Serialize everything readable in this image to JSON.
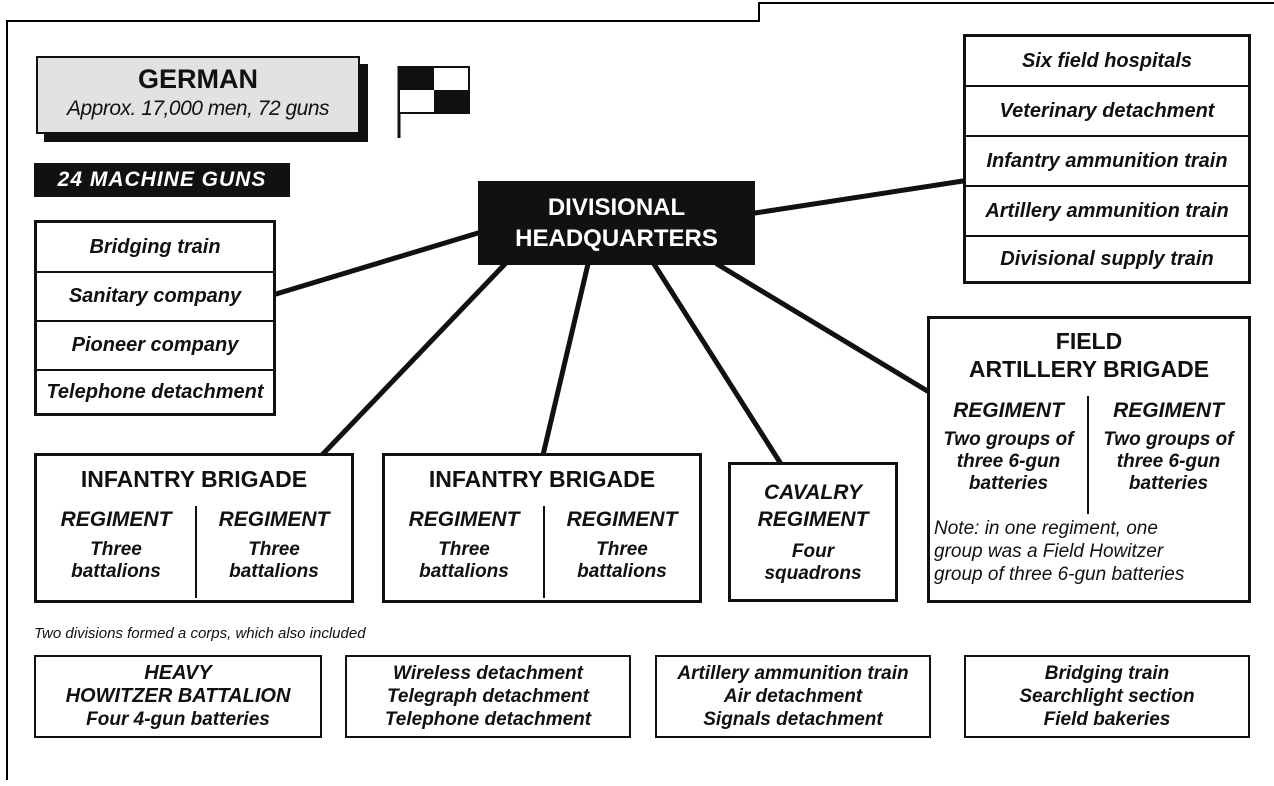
{
  "german": {
    "title": "GERMAN",
    "subtitle": "Approx. 17,000 men, 72 guns",
    "machine_guns": "24 MACHINE GUNS"
  },
  "hq": {
    "line1": "DIVISIONAL",
    "line2": "HEADQUARTERS"
  },
  "left_units": [
    "Bridging train",
    "Sanitary company",
    "Pioneer company",
    "Telephone detachment"
  ],
  "right_units": [
    "Six field hospitals",
    "Veterinary detachment",
    "Infantry ammunition train",
    "Artillery ammunition train",
    "Divisional supply train"
  ],
  "infantry_brigades": [
    {
      "title": "INFANTRY BRIGADE",
      "regiments": [
        {
          "label": "REGIMENT",
          "detail_1": "Three",
          "detail_2": "battalions"
        },
        {
          "label": "REGIMENT",
          "detail_1": "Three",
          "detail_2": "battalions"
        }
      ]
    },
    {
      "title": "INFANTRY BRIGADE",
      "regiments": [
        {
          "label": "REGIMENT",
          "detail_1": "Three",
          "detail_2": "battalions"
        },
        {
          "label": "REGIMENT",
          "detail_1": "Three",
          "detail_2": "battalions"
        }
      ]
    }
  ],
  "cavalry": {
    "title_1": "CAVALRY",
    "title_2": "REGIMENT",
    "detail_1": "Four",
    "detail_2": "squadrons"
  },
  "artillery": {
    "title_1": "FIELD",
    "title_2": "ARTILLERY BRIGADE",
    "regiments": [
      {
        "label": "REGIMENT",
        "detail_1": "Two groups of",
        "detail_2": "three 6-gun",
        "detail_3": "batteries"
      },
      {
        "label": "REGIMENT",
        "detail_1": "Two groups of",
        "detail_2": "three 6-gun",
        "detail_3": "batteries"
      }
    ],
    "note_1": "Note: in one regiment, one",
    "note_2": "group was a Field Howitzer",
    "note_3": "group of three 6-gun batteries"
  },
  "corps_note": "Two divisions formed a corps, which also included",
  "corps_units": [
    [
      "HEAVY",
      "HOWITZER BATTALION",
      "Four 4-gun batteries"
    ],
    [
      "Wireless detachment",
      "Telegraph detachment",
      "Telephone detachment"
    ],
    [
      "Artillery ammunition train",
      "Air detachment",
      "Signals detachment"
    ],
    [
      "Bridging train",
      "Searchlight section",
      "Field bakeries"
    ]
  ]
}
